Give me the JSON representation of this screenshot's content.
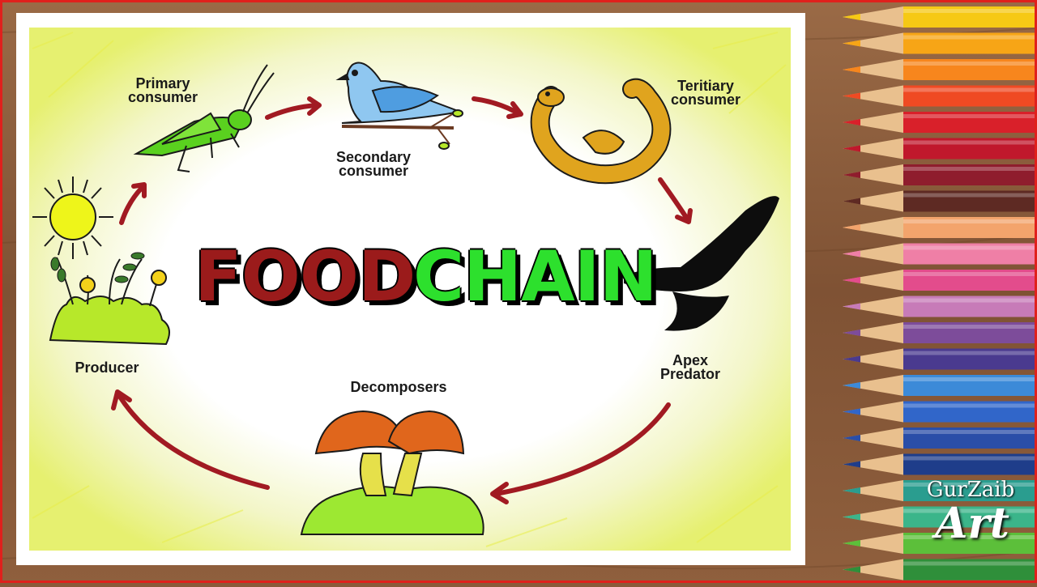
{
  "title": {
    "word1": "FOOD",
    "word2": "CHAIN"
  },
  "labels": {
    "primary_1": "Primary",
    "primary_2": "consumer",
    "secondary_1": "Secondary",
    "secondary_2": "consumer",
    "tertiary_1": "Teritiary",
    "tertiary_2": "consumer",
    "apex_1": "Apex",
    "apex_2": "Predator",
    "decomposers": "Decomposers",
    "producer": "Producer"
  },
  "watermark": {
    "name": "GurZaib",
    "art": "Art"
  },
  "colors": {
    "food": "#9b1b1b",
    "chain": "#2de02d",
    "arrow": "#a11a22",
    "border": "#e0201c",
    "wood": "#8a5a3a"
  },
  "pencil_colors": [
    "#f6c915",
    "#f7a516",
    "#f7861d",
    "#ef4a23",
    "#d9202a",
    "#c0182c",
    "#8f1d2d",
    "#5e2a23",
    "#f3a46c",
    "#ef7fa6",
    "#e34c8c",
    "#c77bb8",
    "#7d4c9a",
    "#4a3a8f",
    "#3c8ad8",
    "#3166c9",
    "#2a4ea8",
    "#1f3d8a",
    "#2a9d8f",
    "#3bb58a",
    "#5cbf3a",
    "#2f8f3a"
  ]
}
